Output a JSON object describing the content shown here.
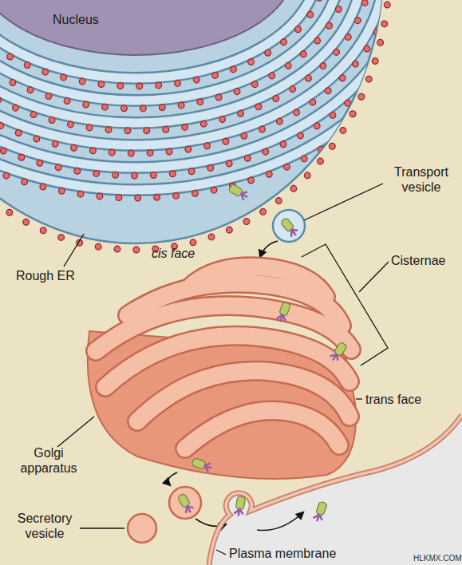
{
  "diagram": {
    "nodes": [
      {
        "text": [
          "Nucleus"
        ]
      }
    ],
    "labels": [
      "Transport vesicle",
      "Cisternae",
      "cis face",
      "trans face",
      "Rough ER",
      "Golgi apparatus",
      "Secretory vesicle",
      "Plasma membrane",
      "HLKMX.COM"
    ]
  }
}
